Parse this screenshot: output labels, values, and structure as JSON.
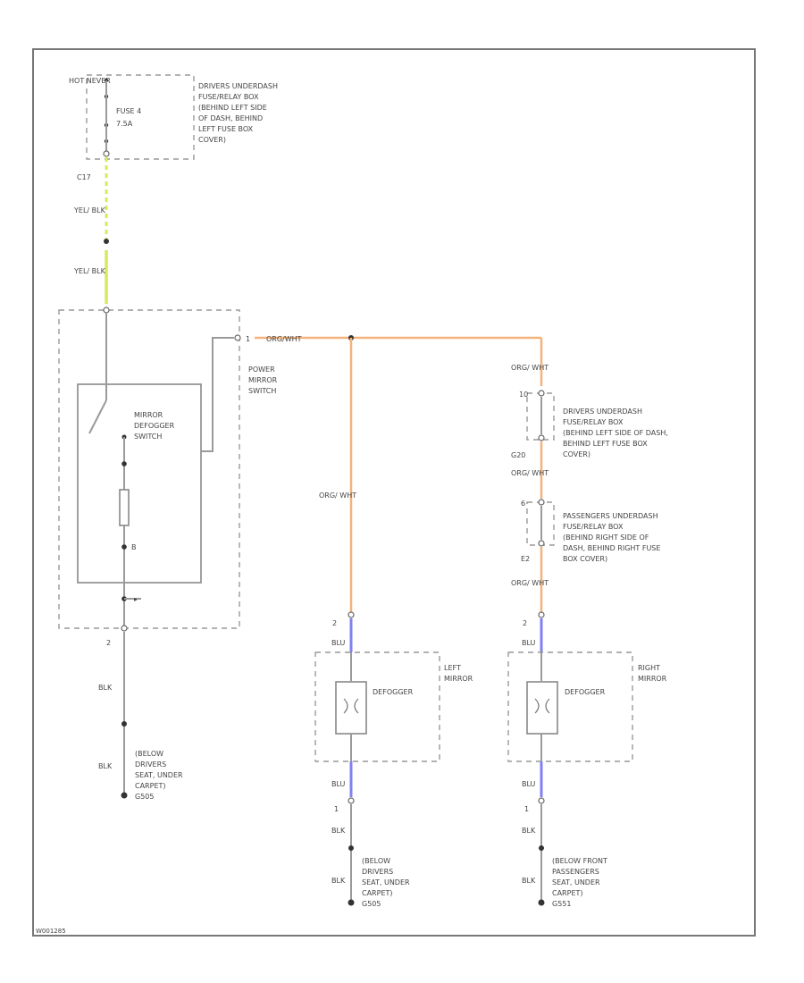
{
  "hot_at": "HOT NEVER",
  "fuse": {
    "name": "FUSE 4",
    "rating": "7.5A"
  },
  "fuse_box_driver_top": [
    "DRIVERS UNDERDASH",
    "FUSE/RELAY BOX",
    "(BEHIND LEFT SIDE",
    "OF DASH, BEHIND",
    "LEFT FUSE BOX",
    "COVER)"
  ],
  "pins": {
    "top": "C17",
    "sw_out": "1",
    "sw_bottom": "2",
    "left_mirror_in": "2",
    "left_mirror_out": "1",
    "right_mirror_in": "2",
    "right_mirror_out": "1",
    "fb1_pin_a": "10",
    "fb1_pin_b": "G20",
    "fb2_pin_a": "6",
    "fb2_pin_b": "E2"
  },
  "wires": {
    "yel_blk": "YEL/ BLK",
    "orgwht": "ORG/WHT",
    "org_wht": "ORG/ WHT",
    "blu": "BLU",
    "blk": "BLK"
  },
  "switch": {
    "name": "MIRROR DEFOGGER SWITCH",
    "label_lines": [
      "MIRROR",
      "DEFOGGER",
      "SWITCH"
    ],
    "pm_lines": [
      "POWER",
      "MIRROR",
      "SWITCH"
    ],
    "resistor_label": "B"
  },
  "fuse_box_driver": [
    "DRIVERS UNDERDASH",
    "FUSE/RELAY BOX",
    "(BEHIND LEFT SIDE OF DASH,",
    "BEHIND LEFT FUSE BOX",
    "COVER)"
  ],
  "fuse_box_passenger": [
    "PASSENGERS UNDERDASH",
    "FUSE/RELAY BOX",
    "(BEHIND RIGHT SIDE OF",
    "DASH, BEHIND RIGHT FUSE",
    "BOX COVER)"
  ],
  "mirrors": {
    "left": {
      "title_lines": [
        "LEFT",
        "MIRROR"
      ],
      "element": "DEFOGGER"
    },
    "right": {
      "title_lines": [
        "RIGHT",
        "MIRROR"
      ],
      "element": "DEFOGGER"
    }
  },
  "grounds": {
    "g1": [
      "(BELOW",
      "DRIVERS",
      "SEAT, UNDER",
      "CARPET)",
      "G505"
    ],
    "g2": [
      "(BELOW",
      "DRIVERS",
      "SEAT, UNDER",
      "CARPET)",
      "G505"
    ],
    "g3": [
      "(BELOW FRONT",
      "PASSENGERS",
      "SEAT, UNDER",
      "CARPET)",
      "G551"
    ]
  },
  "footer_code": "W001285"
}
